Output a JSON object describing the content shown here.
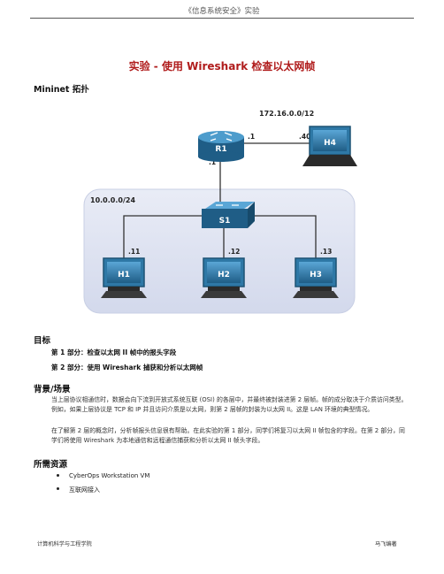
{
  "header": {
    "text": "《信息系统安全》实验"
  },
  "title": "实验 - 使用 Wireshark 检查以太网帧",
  "topology": {
    "heading": "Mininet 拓扑",
    "network_top": "172.16.0.0/12",
    "network_lan": "10.0.0.0/24",
    "router": {
      "name": "R1",
      "left_addr": ".1",
      "bottom_addr": ".1"
    },
    "h4": {
      "name": "H4",
      "addr": ".40"
    },
    "switch": {
      "name": "S1"
    },
    "hosts": [
      {
        "name": "H1",
        "addr": ".11"
      },
      {
        "name": "H2",
        "addr": ".12"
      },
      {
        "name": "H3",
        "addr": ".13"
      }
    ]
  },
  "objectives": {
    "heading": "目标",
    "items": [
      "第 1 部分：检查以太网 II 帧中的报头字段",
      "第 2 部分：使用 Wireshark 捕获和分析以太网帧"
    ]
  },
  "background": {
    "heading": "背景/场景",
    "p1": "当上层协议相通信时，数据会向下流到开放式系统互联 (OSI) 的各层中，并最终被封装进第 2 层帧。帧的成分取决于介质访问类型。例如，如果上层协议是 TCP 和 IP 并且访问介质是以太网，则第 2 层帧的封装为以太网 II。这是 LAN 环境的典型情况。",
    "p2": "在了解第 2 层的概念时，分析帧报头信息很有帮助。在此实验的第 1 部分，同学们将复习以太网 II 帧包含的字段。在第 2 部分，同学们将使用 Wireshark 为本地通信和远程通信捕获和分析以太网 II 帧头字段。"
  },
  "resources": {
    "heading": "所需资源",
    "items": [
      "CyberOps Workstation VM",
      "互联网接入"
    ]
  },
  "footer": {
    "left": "计算机科学与工程学院",
    "right": "马飞编著"
  },
  "colors": {
    "title": "#b01c1c",
    "device_blue": "#2e78a6",
    "lan_bg": "#dde2f0"
  }
}
